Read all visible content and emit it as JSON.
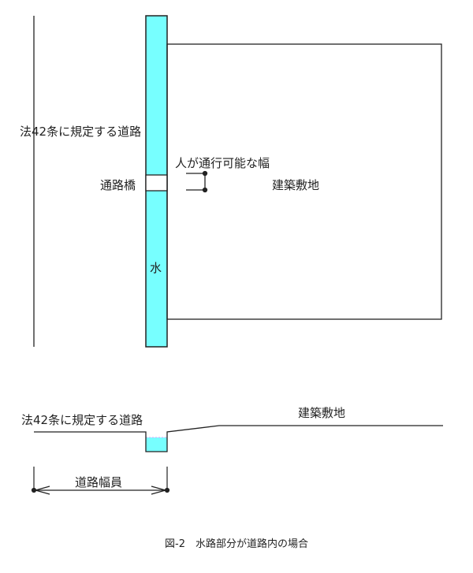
{
  "plan": {
    "road_label": "法42条に規定する道路",
    "passable_width_label": "人が通行可能な幅",
    "site_label": "建築敷地",
    "bridge_label": "通路橋",
    "water_label": "水"
  },
  "section": {
    "road_label": "法42条に規定する道路",
    "site_label": "建築敷地",
    "road_width_label": "道路幅員"
  },
  "caption": "図-2　水路部分が道路内の場合",
  "colors": {
    "water": "#77ffff",
    "line": "#222222"
  }
}
